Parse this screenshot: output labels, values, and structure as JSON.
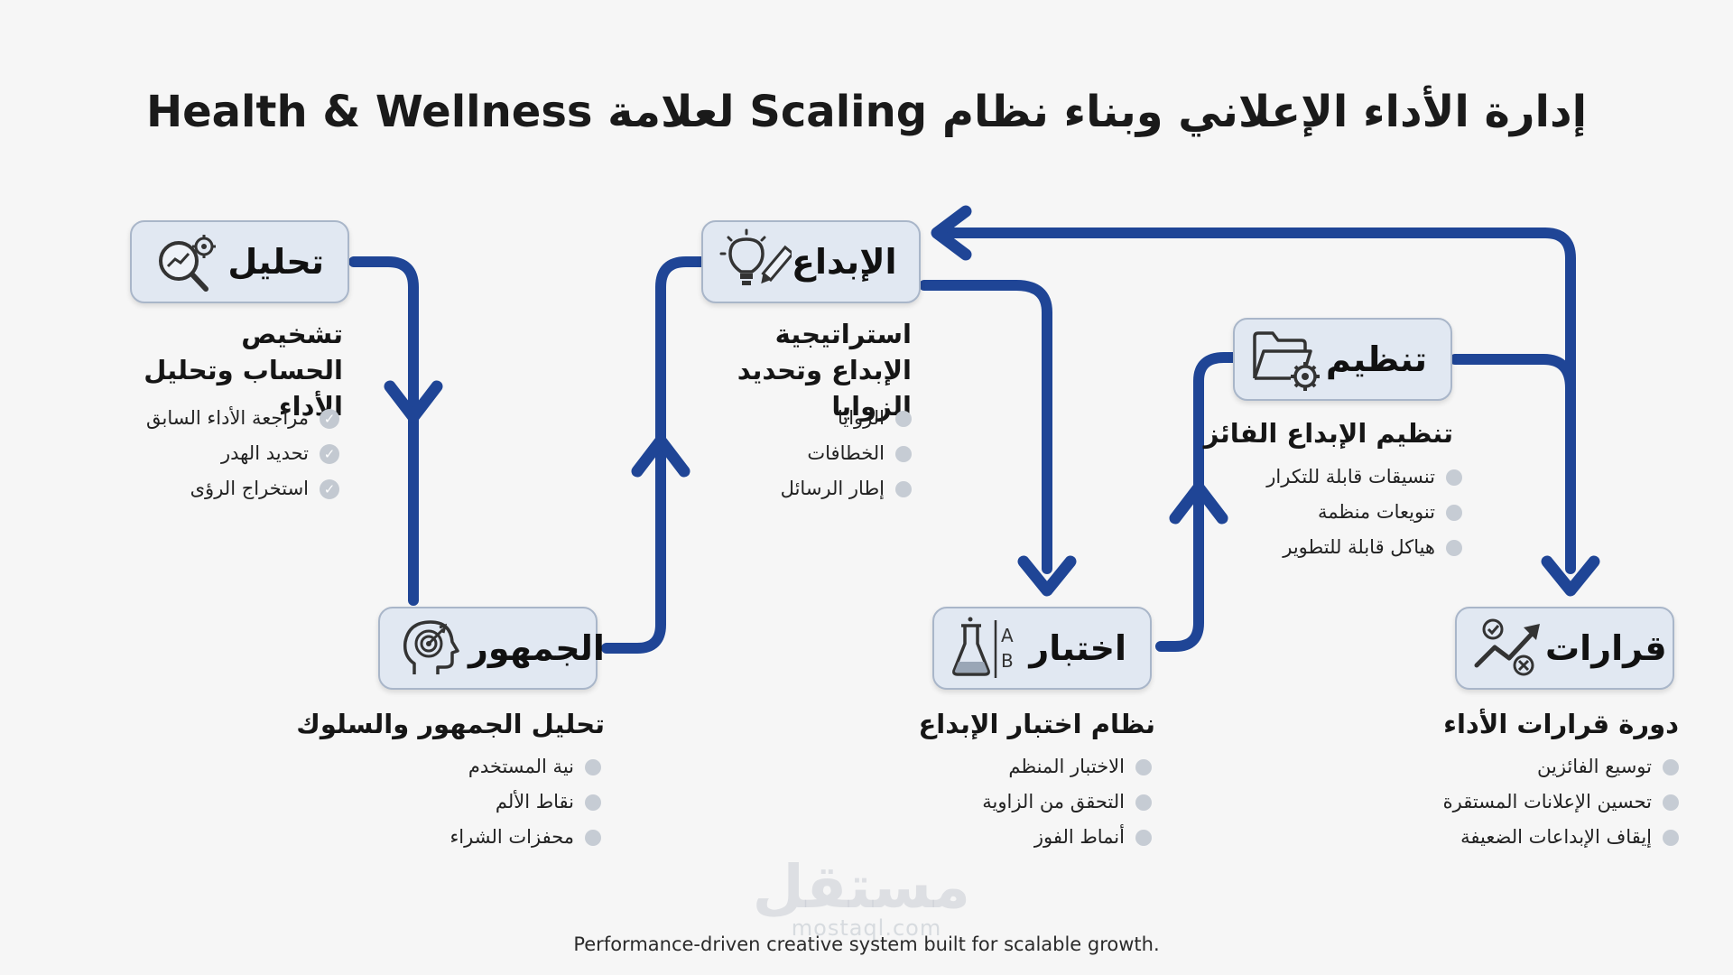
{
  "title": "إدارة الأداء الإعلاني وبناء نظام Scaling لعلامة Health & Wellness",
  "accent_color": "#1f4596",
  "stages": [
    {
      "label": "تحليل",
      "icon": "magnifier-gear-icon",
      "heading": "تشخيص الحساب وتحليل الأداء",
      "items": [
        "مراجعة الأداء السابق",
        "تحديد الهدر",
        "استخراج الرؤى"
      ]
    },
    {
      "label": "الجمهور",
      "icon": "head-target-icon",
      "heading": "تحليل الجمهور والسلوك",
      "items": [
        "نية المستخدم",
        "نقاط الألم",
        "محفزات الشراء"
      ]
    },
    {
      "label": "الإبداع",
      "icon": "lightbulb-pencil-icon",
      "heading": "استراتيجية الإبداع وتحديد الزوايا",
      "items": [
        "الزوايا",
        "الخطافات",
        "إطار الرسائل"
      ]
    },
    {
      "label": "اختبار",
      "icon": "flask-ab-icon",
      "heading": "نظام اختبار الإبداع",
      "items": [
        "الاختبار المنظم",
        "التحقق من الزاوية",
        "أنماط الفوز"
      ]
    },
    {
      "label": "تنظيم",
      "icon": "folder-gear-icon",
      "heading": "تنظيم الإبداع الفائز",
      "items": [
        "تنسيقات قابلة للتكرار",
        "تنويعات منظمة",
        "هياكل قابلة للتطوير"
      ]
    },
    {
      "label": "قرارات",
      "icon": "decision-chart-icon",
      "heading": "دورة قرارات الأداء",
      "items": [
        "توسيع الفائزين",
        "تحسين الإعلانات المستقرة",
        "إيقاف الإبداعات الضعيفة"
      ]
    }
  ],
  "watermark": "مستقل",
  "watermark_sub": "mostaql.com",
  "footer": "Performance-driven creative system built for scalable growth."
}
